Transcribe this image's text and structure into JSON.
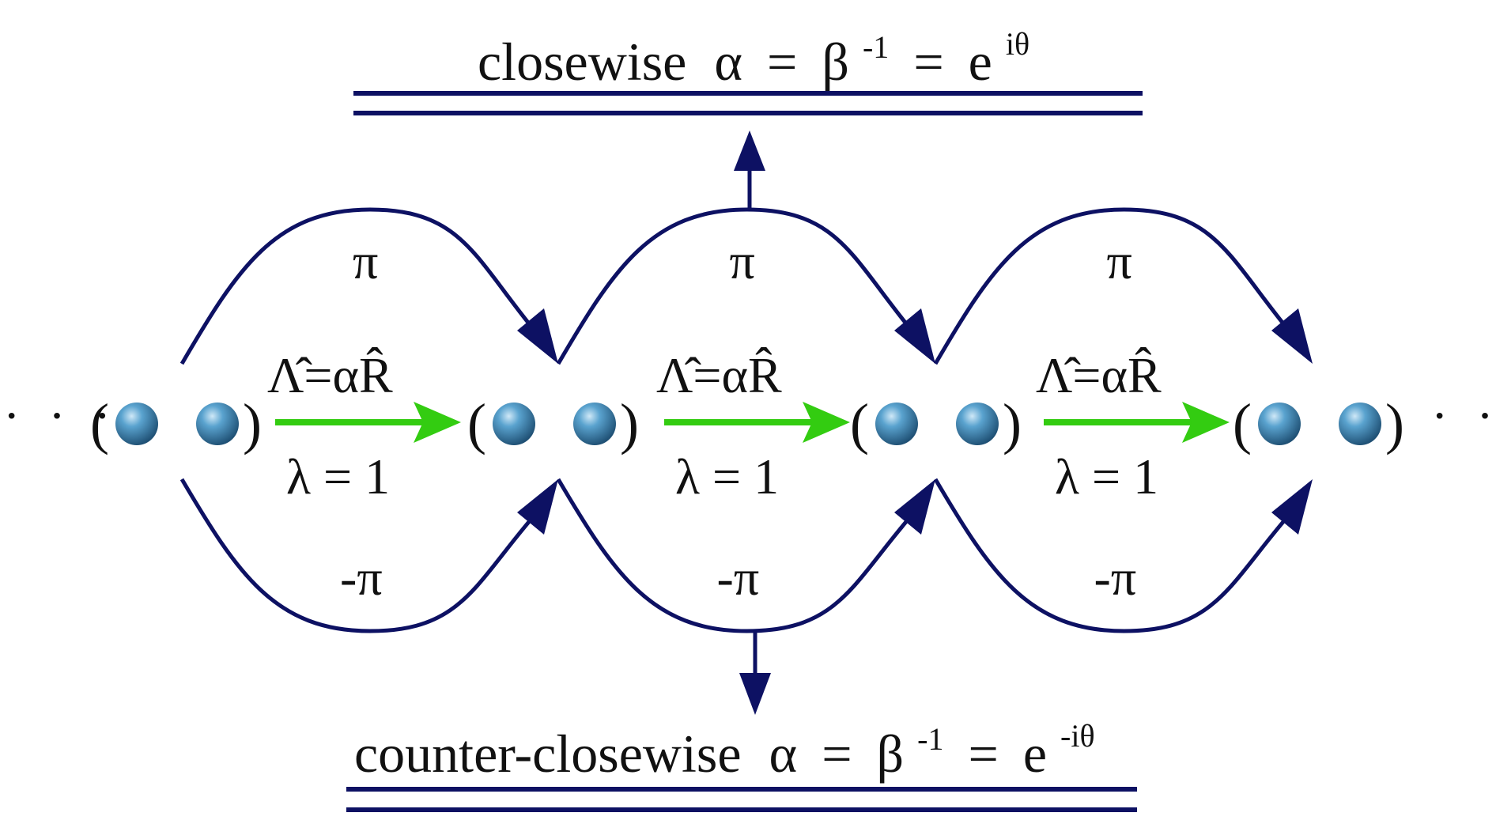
{
  "title_top": {
    "word": "closewise",
    "alpha": "α",
    "eq1": "=",
    "beta": "β",
    "beta_exp": "-1",
    "eq2": "=",
    "e": "e",
    "e_exp": "iθ"
  },
  "title_bottom": {
    "word": "counter-closewise",
    "alpha": "α",
    "eq1": "=",
    "beta": "β",
    "beta_exp": "-1",
    "eq2": "=",
    "e": "e",
    "e_exp": "-iθ"
  },
  "upper_arc_label": "π",
  "lower_arc_label": "-π",
  "operator_label": "Λ̂=αR̂",
  "eigen_label": "λ = 1",
  "ellipsis": "· · ·",
  "paren_open": "(",
  "paren_close": ")",
  "colors": {
    "arc": "#0d1163",
    "transfer_arrow": "#33cc11",
    "particle": "#2f7cad",
    "text": "#111111"
  },
  "cell_count": 4,
  "transfer_count": 3
}
